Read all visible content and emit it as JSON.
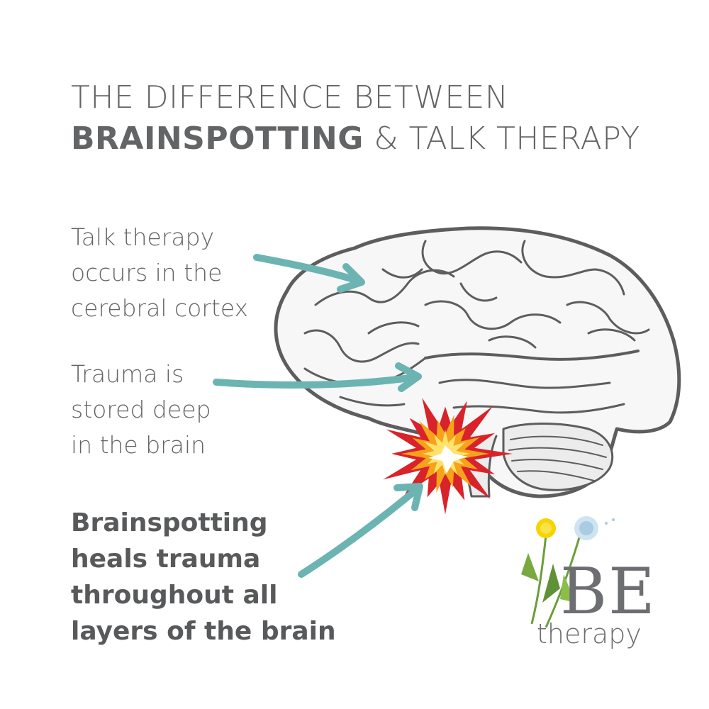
{
  "title": {
    "line1": "THE DIFFERENCE BETWEEN",
    "line2_bold": "BRAINSPOTTING",
    "line2_rest": " & TALK THERAPY"
  },
  "labels": {
    "talk_therapy": "Talk therapy\noccurs in the\ncerebral cortex",
    "trauma": "Trauma is\nstored deep\nin the brain",
    "brainspotting": "Brainspotting\nheals trauma\nthroughout all\nlayers of the brain"
  },
  "logo": {
    "be": "BE",
    "therapy": "therapy"
  },
  "colors": {
    "text": "#636466",
    "arrow": "#6bb4b2",
    "burst_outer": "#d8232a",
    "burst_inner": "#f7a21b",
    "burst_core": "#ffe36a",
    "brain": "#5d5d5f"
  },
  "icons": {
    "brain": "brain-illustration",
    "burst": "starburst-icon",
    "flower": "dandelion-icon"
  }
}
